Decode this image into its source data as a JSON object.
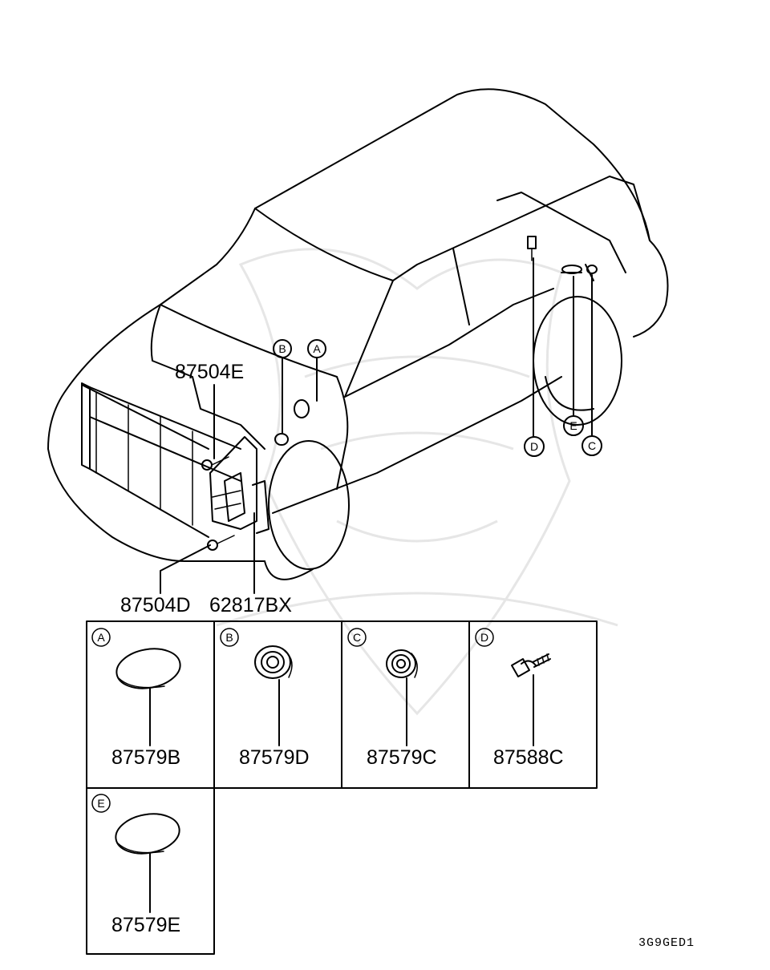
{
  "callouts": {
    "main_part_label_1": "87504E",
    "main_part_label_2": "87504D",
    "main_part_label_3": "62817BX",
    "letter_a": "A",
    "letter_b": "B",
    "letter_c": "C",
    "letter_d": "D",
    "letter_e": "E"
  },
  "detail_boxes": [
    {
      "letter": "A",
      "part_number": "87579B",
      "icon": "oval-plug-icon"
    },
    {
      "letter": "B",
      "part_number": "87579D",
      "icon": "grommet-icon"
    },
    {
      "letter": "C",
      "part_number": "87579C",
      "icon": "grommet-icon"
    },
    {
      "letter": "D",
      "part_number": "87588C",
      "icon": "bolt-icon"
    },
    {
      "letter": "E",
      "part_number": "87579E",
      "icon": "oval-plug-icon"
    }
  ],
  "diagram_code": "3G9GED1"
}
